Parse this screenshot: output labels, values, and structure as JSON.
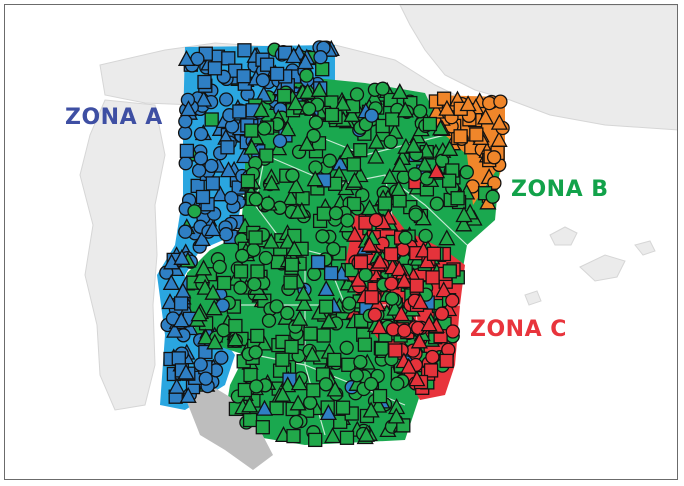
{
  "map": {
    "zones": [
      {
        "id": "a",
        "label": "ZONA A",
        "color": "#3e4fa3",
        "fill": "#2aa6e0"
      },
      {
        "id": "b",
        "label": "ZONA B",
        "color": "#12a24a",
        "fill": "#1aa84f"
      },
      {
        "id": "c",
        "label": "ZONA C",
        "color": "#e8343c",
        "fill": "#e8343c"
      }
    ],
    "extra_fills": {
      "northeast": "#f0862a",
      "south": "#bdbdbd",
      "background_land": "#ebebeb",
      "borders": "#ffffff"
    },
    "marker_colors": {
      "blue": "#2f7fc4",
      "green": "#21a84a",
      "red": "#e5333b",
      "orange": "#f0862a"
    },
    "marker_shapes": [
      "circle",
      "triangle",
      "square"
    ]
  }
}
